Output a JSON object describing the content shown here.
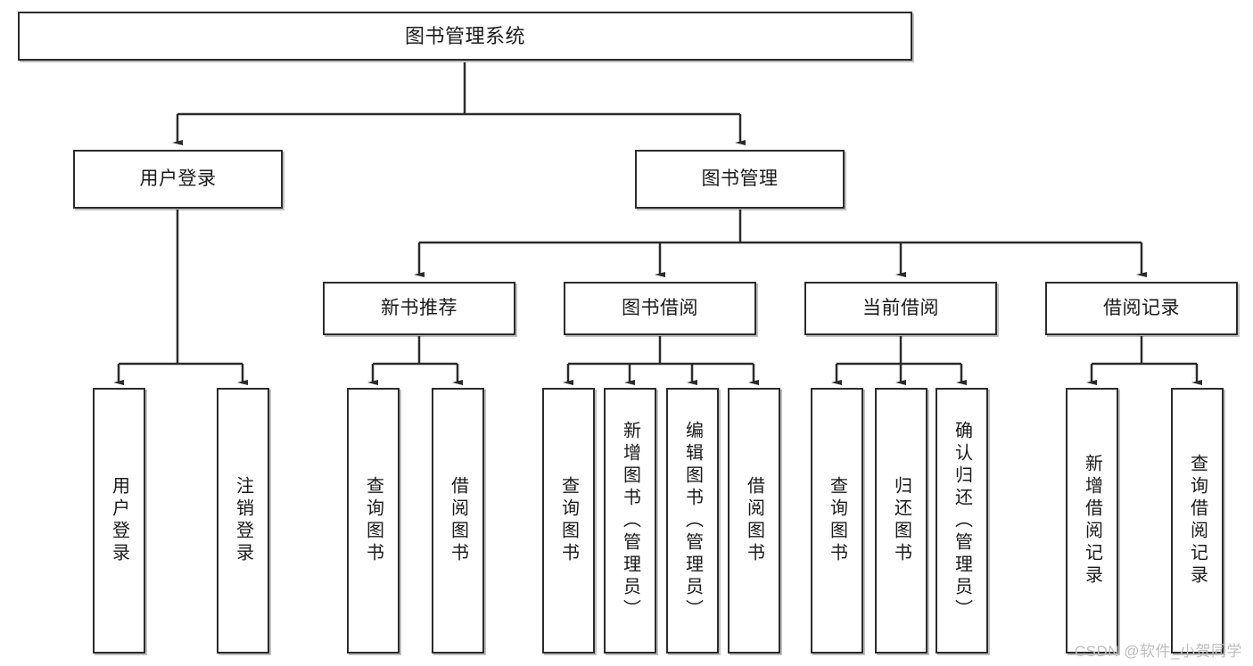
{
  "diagram": {
    "type": "tree-hierarchy",
    "title": "图书管理系统",
    "colors": {
      "box_border": "#2b2b2b",
      "box_fill": "#ffffff",
      "edge": "#2b2b2b",
      "text": "#1a1a1a",
      "watermark": "#bdbdbd"
    },
    "root": {
      "label": "图书管理系统"
    },
    "level2": [
      {
        "label": "用户登录"
      },
      {
        "label": "图书管理"
      }
    ],
    "level3": [
      {
        "label": "新书推荐"
      },
      {
        "label": "图书借阅"
      },
      {
        "label": "当前借阅"
      },
      {
        "label": "借阅记录"
      }
    ],
    "leaves": {
      "user_login": [
        {
          "label": "用户登录"
        },
        {
          "label": "注销登录"
        }
      ],
      "new_book_recommend": [
        {
          "label": "查询图书"
        },
        {
          "label": "借阅图书"
        }
      ],
      "book_borrow": [
        {
          "label": "查询图书"
        },
        {
          "label": "新增图书（管理员）"
        },
        {
          "label": "编辑图书（管理员）"
        },
        {
          "label": "借阅图书"
        }
      ],
      "current_borrow": [
        {
          "label": "查询图书"
        },
        {
          "label": "归还图书"
        },
        {
          "label": "确认归还（管理员）"
        }
      ],
      "borrow_record": [
        {
          "label": "新增借阅记录"
        },
        {
          "label": "查询借阅记录"
        }
      ]
    }
  },
  "watermark": {
    "text": "CSDN @软件_小贺同学"
  }
}
